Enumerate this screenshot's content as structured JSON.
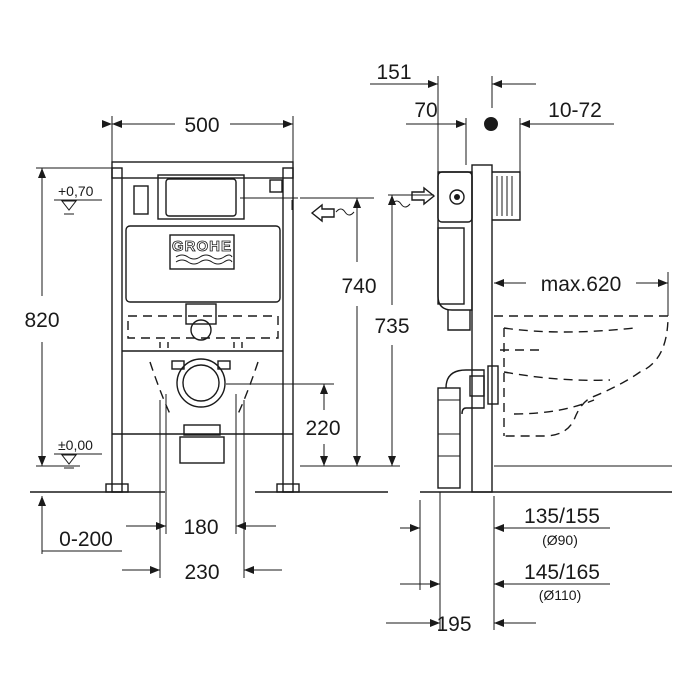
{
  "brand": "GROHE",
  "front": {
    "width": "500",
    "height": "820",
    "level_top": "+0,70",
    "level_bottom": "±0,00",
    "height_flush": "740",
    "height_drain": "220",
    "offset": "0-200",
    "spacing_inner": "180",
    "spacing_outer": "230"
  },
  "side": {
    "depth_top": "151",
    "depth_frame": "70",
    "wall_gap": "10-72",
    "height_side": "735",
    "max_projection": "max.620",
    "pipe_small": "135/155",
    "pipe_small_dia": "(Ø90)",
    "pipe_large": "145/165",
    "pipe_large_dia": "(Ø110)",
    "depth_bottom": "195"
  },
  "colors": {
    "line": "#1a1a1a",
    "background": "#ffffff"
  }
}
